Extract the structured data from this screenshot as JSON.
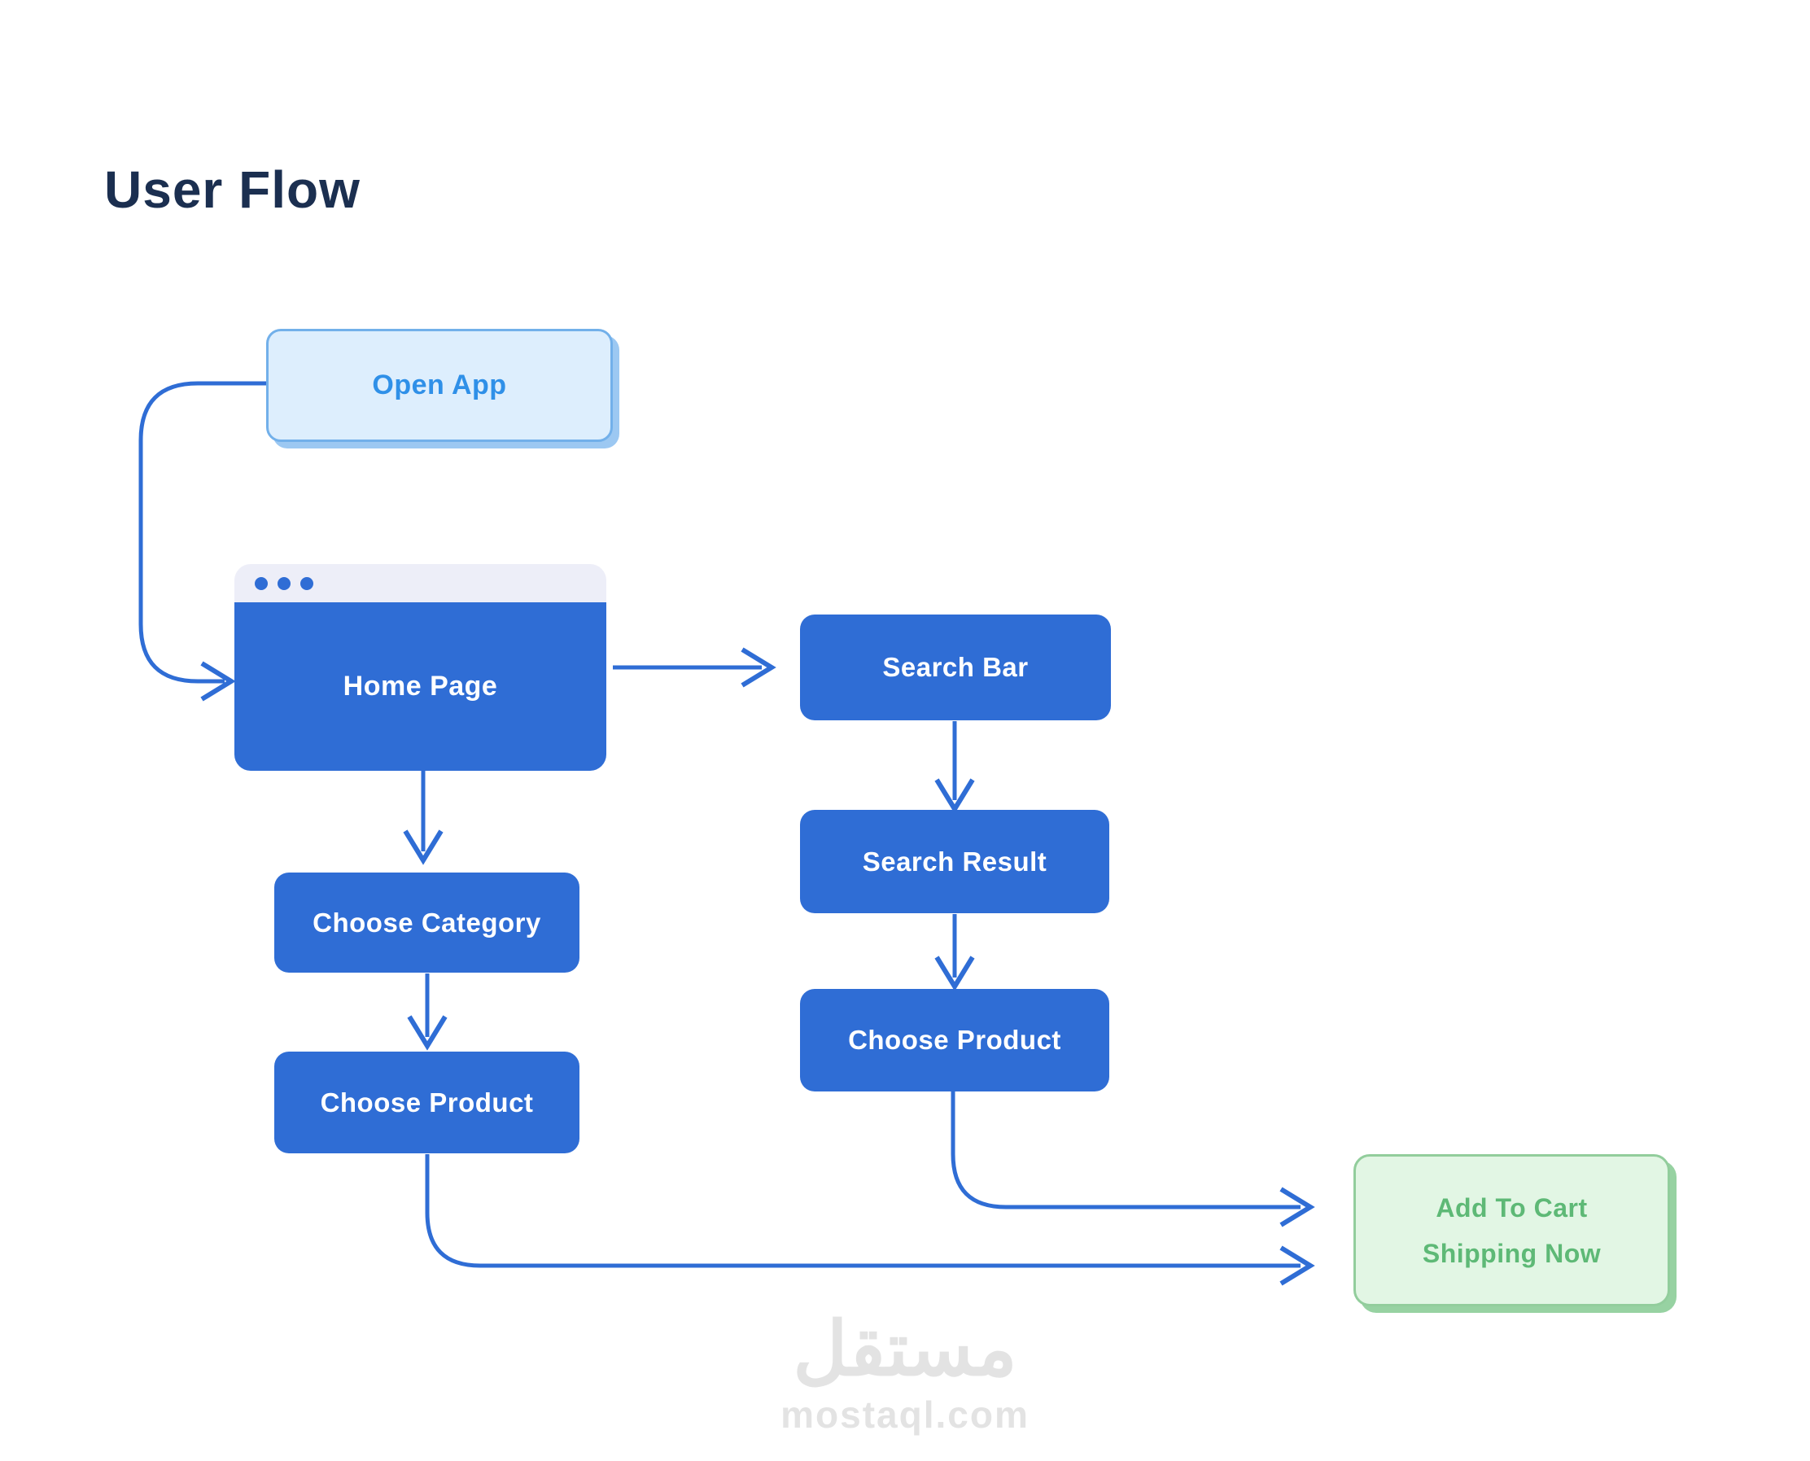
{
  "page": {
    "title": "User Flow"
  },
  "colors": {
    "title_navy": "#1B2F50",
    "process_blue": "#2F6DD5",
    "process_text": "#FFFFFF",
    "arrow_blue": "#2F6DD5",
    "start_fill": "#DDEEFD",
    "start_border": "#72B0EA",
    "start_text": "#2F90E8",
    "window_header": "#EDEEF8",
    "end_fill": "#E2F6E4",
    "end_border": "#92CD9C",
    "end_text": "#5EB976",
    "watermark_gray": "#E3E3E3"
  },
  "nodes": {
    "open_app": {
      "label": "Open App"
    },
    "home_page": {
      "label": "Home Page"
    },
    "search_bar": {
      "label": "Search Bar"
    },
    "search_result": {
      "label": "Search Result"
    },
    "choose_product_search": {
      "label": "Choose Product"
    },
    "choose_category": {
      "label": "Choose Category"
    },
    "choose_product_category": {
      "label": "Choose Product"
    },
    "add_to_cart": {
      "line1": "Add To Cart",
      "line2": "Shipping Now"
    }
  },
  "edges": [
    {
      "from": "open_app",
      "to": "home_page"
    },
    {
      "from": "home_page",
      "to": "search_bar"
    },
    {
      "from": "home_page",
      "to": "choose_category"
    },
    {
      "from": "choose_category",
      "to": "choose_product_category"
    },
    {
      "from": "search_bar",
      "to": "search_result"
    },
    {
      "from": "search_result",
      "to": "choose_product_search"
    },
    {
      "from": "choose_product_search",
      "to": "add_to_cart"
    },
    {
      "from": "choose_product_category",
      "to": "add_to_cart"
    }
  ],
  "watermark": {
    "logo_text": "مستقل",
    "domain": "mostaql.com"
  }
}
